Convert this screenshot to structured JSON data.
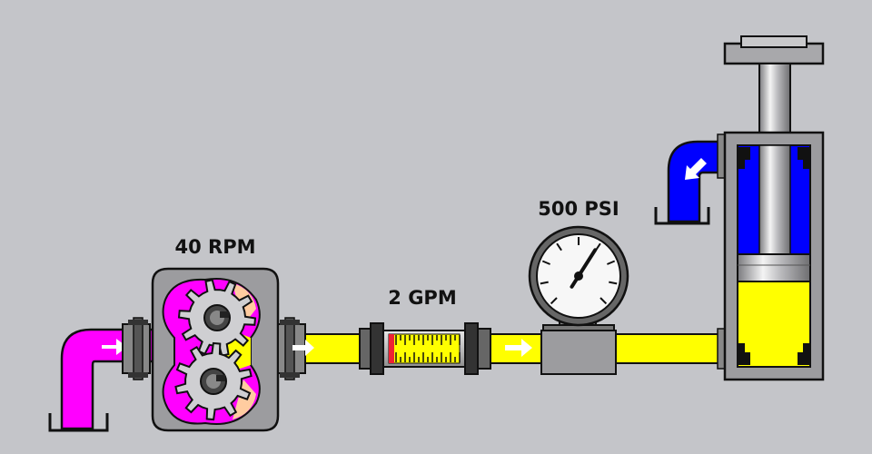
{
  "labels": {
    "pump_speed": "40 RPM",
    "flow_rate": "2 GPM",
    "pressure": "500 PSI"
  },
  "gauge": {
    "needle_fraction": 0.62
  },
  "colors": {
    "background": "#c4c5c9",
    "suction_fluid": "#ff00ff",
    "pressure_fluid": "#ffff00",
    "return_fluid": "#0000ff",
    "body_gray": "#a3a3a6",
    "outline": "#111111"
  }
}
